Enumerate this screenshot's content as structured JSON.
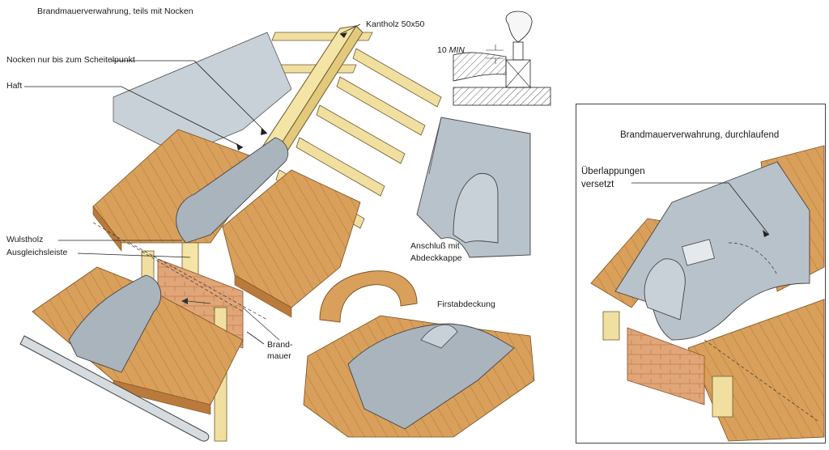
{
  "title": "Brandmauerverwahrung, teils mit Nocken",
  "labels": {
    "kantholz": "Kantholz 50x50",
    "min_value": "10",
    "min_unit": "MIN",
    "nocken": "Nocken nur bis zum Scheitelpunkt",
    "haft": "Haft",
    "wulstholz": "Wulstholz",
    "ausgleichsleiste": "Ausgleichsleiste",
    "anschluss_line1": "Anschluß mit",
    "anschluss_line2": "Abdeckkappe",
    "firstabdeckung": "Firstabdeckung",
    "brandmauer_line1": "Brand-",
    "brandmauer_line2": "mauer"
  },
  "panel": {
    "title": "Brandmauerverwahrung, durchlaufend",
    "label_line1": "Überlappungen",
    "label_line2": "versetzt"
  },
  "colors": {
    "tile": "#d9a05b",
    "tile_dark": "#b97a3c",
    "zinc": "#a9b4bd",
    "zinc_light": "#c9d1d8",
    "wood": "#f1dfa0",
    "brick": "#e0a677"
  }
}
